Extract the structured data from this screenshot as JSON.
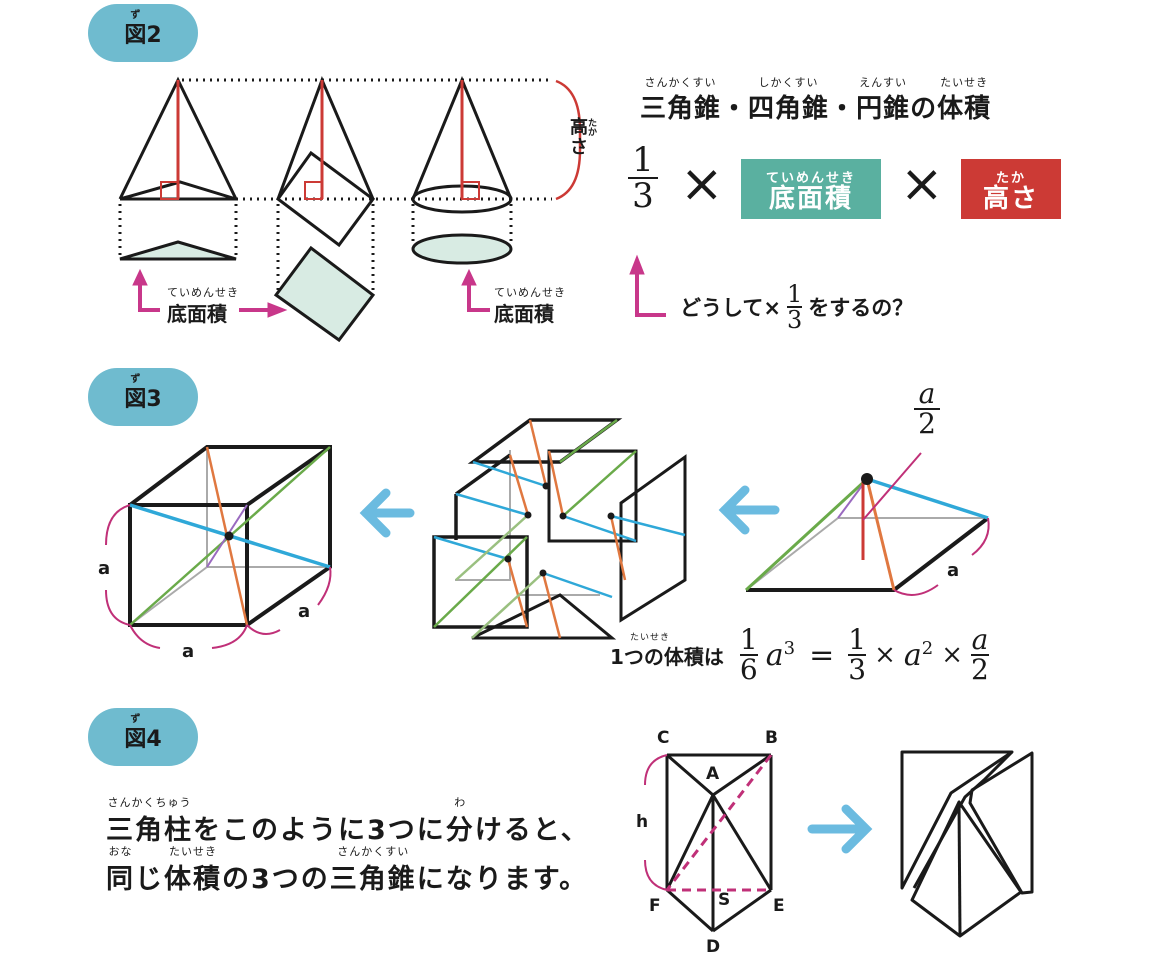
{
  "fig2": {
    "badge": {
      "label": "図2",
      "ruby": "ず"
    },
    "height_label": {
      "text": "高さ",
      "ruby": "たか"
    },
    "base_label_left": {
      "text": "底面積",
      "ruby": "ていめんせき"
    },
    "base_label_right": {
      "text": "底面積",
      "ruby": "ていめんせき"
    },
    "title": {
      "parts": [
        {
          "text": "三角錐",
          "ruby": "さんかくすい"
        },
        {
          "text": "・",
          "ruby": ""
        },
        {
          "text": "四角錐",
          "ruby": "しかくすい"
        },
        {
          "text": "・",
          "ruby": ""
        },
        {
          "text": "円錐",
          "ruby": "えんすい"
        },
        {
          "text": "の",
          "ruby": ""
        },
        {
          "text": "体積",
          "ruby": "たいせき"
        }
      ]
    },
    "formula": {
      "fraction": {
        "numerator": "1",
        "denominator": "3"
      },
      "times": "×",
      "base_box": {
        "text": "底面積",
        "ruby": "ていめんせき",
        "color": "#5ab0a0"
      },
      "height_box": {
        "text": "高さ",
        "ruby": "たか",
        "color": "#cc3a35"
      }
    },
    "question": {
      "before": "どうして×",
      "fraction": {
        "numerator": "1",
        "denominator": "3"
      },
      "after": "をするの？"
    }
  },
  "fig3": {
    "badge": {
      "label": "図3",
      "ruby": "ず"
    },
    "side_labels": [
      "a",
      "a",
      "a"
    ],
    "pyramid_side_label": "a",
    "height_fraction": {
      "numerator": "a",
      "denominator": "2"
    },
    "volume_caption": {
      "text": "1つの体積は",
      "ruby": "たいせき"
    },
    "equation": {
      "lhs": {
        "numerator": "1",
        "denominator": "6",
        "term": "a",
        "exp": "3"
      },
      "eq": "=",
      "rhs1": {
        "numerator": "1",
        "denominator": "3"
      },
      "times": "×",
      "rhs_term": "a",
      "rhs_exp": "2",
      "rhs2": {
        "numerator": "a",
        "denominator": "2"
      }
    }
  },
  "fig4": {
    "badge": {
      "label": "図4",
      "ruby": "ず"
    },
    "sentence_line1": {
      "parts": [
        {
          "text": "三角柱",
          "ruby": "さんかくちゅう"
        },
        {
          "text": "をこのように3つに",
          "ruby": ""
        },
        {
          "text": "分",
          "ruby": "わ"
        },
        {
          "text": "けると、",
          "ruby": ""
        }
      ]
    },
    "sentence_line2": {
      "parts": [
        {
          "text": "同",
          "ruby": "おな"
        },
        {
          "text": "じ",
          "ruby": ""
        },
        {
          "text": "体積",
          "ruby": "たいせき"
        },
        {
          "text": "の3つの",
          "ruby": ""
        },
        {
          "text": "三角錐",
          "ruby": "さんかくすい"
        },
        {
          "text": "になります。",
          "ruby": ""
        }
      ]
    },
    "points": {
      "C": "C",
      "B": "B",
      "A": "A",
      "F": "F",
      "S": "S",
      "E": "E",
      "D": "D"
    },
    "height_label": "h"
  },
  "colors": {
    "badge": "#6fbbcf",
    "height_red": "#cc3a35",
    "base_fill": "#d8ebe3",
    "arrow_magenta": "#c8378a",
    "arrow_blue": "#6bbbe0",
    "diag_blue": "#2fa8d8",
    "diag_green": "#6aaa4a",
    "diag_orange": "#e07840",
    "brace_magenta": "#c03078"
  }
}
